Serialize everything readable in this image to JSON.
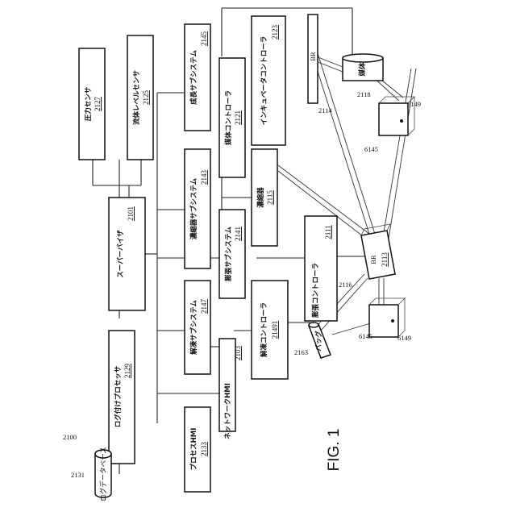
{
  "figure": {
    "ref_number": "2100",
    "caption": "FIG. 1"
  },
  "boxes": [
    {
      "id": "pressure",
      "label": "圧力センサ",
      "number": "2127"
    },
    {
      "id": "level",
      "label": "流体レベルセンサ",
      "number": "2125"
    },
    {
      "id": "growth",
      "label": "成長サブシステム",
      "number": "2145"
    },
    {
      "id": "incubator",
      "label": "インキュベータコントローラ",
      "number": "2123"
    },
    {
      "id": "media",
      "label": "媒体コントローラ",
      "number": "2121"
    },
    {
      "id": "supervisor",
      "label": "スーパーバイザ",
      "number": "2101"
    },
    {
      "id": "concsub",
      "label": "濃縮器サブシステム",
      "number": "2143"
    },
    {
      "id": "concentrator",
      "label": "濃縮器",
      "number": "2115"
    },
    {
      "id": "expsub",
      "label": "膨張サブシステム",
      "number": "2141"
    },
    {
      "id": "expctrl",
      "label": "膨張コントローラ",
      "number": "2111"
    },
    {
      "id": "logproc",
      "label": "ログ付けプロセッサ",
      "number": "2129"
    },
    {
      "id": "thawsub",
      "label": "解凍サブシステム",
      "number": "2147"
    },
    {
      "id": "thawctrl",
      "label": "解凍コントローラ",
      "number": "21491"
    },
    {
      "id": "nethmi",
      "label": "ネットワークHMI",
      "number": "2103"
    },
    {
      "id": "prochmi",
      "label": "プロセスHMI",
      "number": "2133"
    }
  ],
  "devices": {
    "logdb": {
      "label": "ログデータベース",
      "number": "2131"
    },
    "br_top": {
      "label": "BR"
    },
    "br_bottom": {
      "label": "BR",
      "number": "2113"
    },
    "media_tank": {
      "label": "媒体"
    },
    "bag": {
      "label": "バッグ"
    }
  },
  "refs": {
    "r2114": "2114",
    "r2118": "2118",
    "r6149a": "6149",
    "r6145a": "6145",
    "r2116": "2116",
    "r2163": "2163",
    "r6145b": "6145",
    "r6149b": "6149"
  }
}
